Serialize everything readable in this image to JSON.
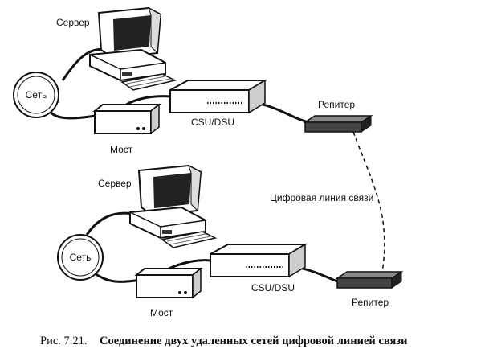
{
  "top": {
    "server_label": "Сервер",
    "network_label": "Сеть",
    "bridge_label": "Мост",
    "csu_label": "CSU/DSU",
    "repeater_label": "Репитер"
  },
  "link_label": "Цифровая линия связи",
  "bottom": {
    "server_label": "Сервер",
    "network_label": "Сеть",
    "bridge_label": "Мост",
    "csu_label": "CSU/DSU",
    "repeater_label": "Репитер"
  },
  "caption": {
    "number": "Рис. 7.21.",
    "text": "Соединение двух удаленных сетей цифровой линией связи"
  }
}
